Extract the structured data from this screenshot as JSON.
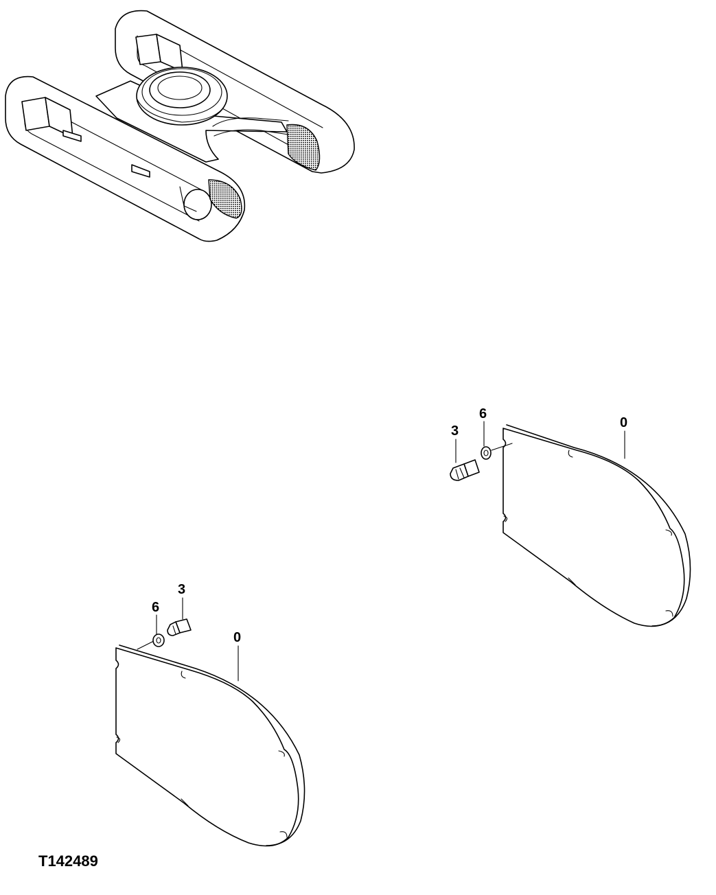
{
  "figure_id": "T142489",
  "callouts": {
    "right_bolt": "3",
    "right_washer": "6",
    "right_cover": "0",
    "left_bolt": "3",
    "left_washer": "6",
    "left_cover": "0"
  },
  "icons": {
    "undercarriage": "undercarriage-locator-icon",
    "cover": "track-frame-cover-plate",
    "bolt": "hex-bolt",
    "washer": "flat-washer"
  }
}
